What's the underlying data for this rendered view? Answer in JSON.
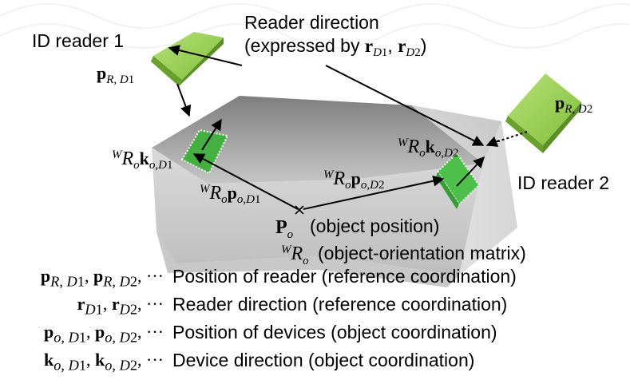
{
  "labels": {
    "id_reader_1": "ID reader 1",
    "id_reader_2": "ID reader 2",
    "reader_direction_title": "Reader direction",
    "reader_direction_expressed": "(expressed by r_D1, r_D2)",
    "p_r_d1": "p_R, D1",
    "p_r_d2": "p_R, D2",
    "wRo_k_o_d1": "WRo k_o,D1",
    "wRo_k_o_d2": "WRo k_o,D2",
    "wRo_p_o_d1": "WRo p_o,D1",
    "wRo_p_o_d2": "WRo p_o,D2",
    "object_position": "(object position)",
    "object_orientation": "(object-orientation matrix)"
  },
  "legend": [
    {
      "symbol": "p_R, D1, p_R, D2, ···",
      "description": "Position of reader (reference coordination)"
    },
    {
      "symbol": "r_D1, r_D2, ···",
      "description": "Reader direction (reference coordination)"
    },
    {
      "symbol": "p_o, D1, p_o, D2, ···",
      "description": "Position of devices (object coordination)"
    },
    {
      "symbol": "k_o, D1, k_o, D2, ···",
      "description": "Device direction (object coordination)"
    }
  ],
  "colors": {
    "reader_green": "#9acd50",
    "device_green": "#4cb848",
    "object_gray": "#b8b8b8"
  }
}
